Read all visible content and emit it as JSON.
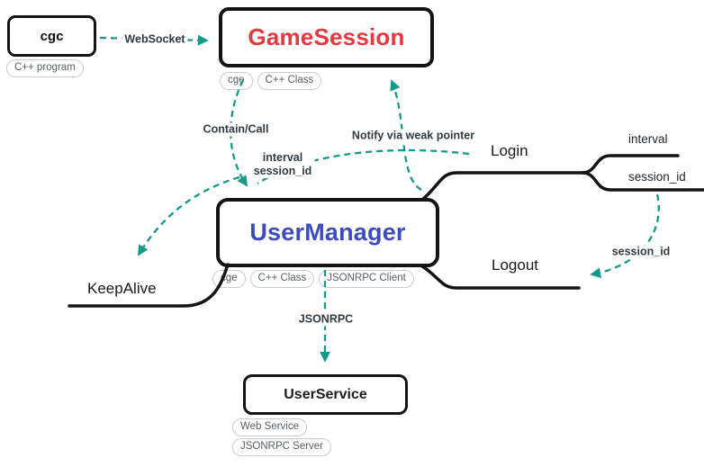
{
  "diagram": {
    "title_hint": "mind-map architecture diagram",
    "colors": {
      "relation_teal": "#139a8a",
      "gamesession_red": "#e8383f",
      "usermanager_indigo": "#3c4bc0",
      "branch_black": "#141414",
      "edge_label_text": "#333b41",
      "tag_text": "#595f63",
      "tag_border": "#cdcdcd"
    },
    "nodes": {
      "cgc": {
        "label": "cgc",
        "tags": [
          "C++ program"
        ]
      },
      "game_session": {
        "label": "GameSession",
        "tags": [
          "cge",
          "C++ Class"
        ]
      },
      "user_manager": {
        "label": "UserManager",
        "tags": [
          "cge",
          "C++ Class",
          "JSONRPC Client"
        ]
      },
      "user_service": {
        "label": "UserService",
        "tags": [
          "Web Service",
          "JSONRPC Server"
        ]
      },
      "keep_alive": {
        "label": "KeepAlive"
      },
      "login": {
        "label": "Login"
      },
      "logout": {
        "label": "Logout"
      },
      "interval": {
        "label": "interval"
      },
      "session_id": {
        "label": "session_id"
      }
    },
    "edge_labels": {
      "websocket": "WebSocket",
      "contain_call": "Contain/Call",
      "notify": "Notify via weak pointer",
      "interval_line1": "interval",
      "interval_line2": "session_id",
      "session_id_to_logout": "session_id",
      "jsonrpc": "JSONRPC"
    },
    "edges": [
      {
        "from": "cgc",
        "to": "GameSession",
        "label": "WebSocket",
        "style": "teal-dashed-arrow"
      },
      {
        "from": "GameSession",
        "to": "UserManager",
        "label": "Contain/Call",
        "style": "teal-dashed-arrow"
      },
      {
        "from": "UserManager",
        "to": "GameSession",
        "label": "Notify via weak pointer",
        "style": "teal-dashed-arrow"
      },
      {
        "from": "Login",
        "to": "UserManager",
        "label": "interval session_id",
        "style": "teal-dashed-arrow"
      },
      {
        "from": "UserManager",
        "to": "KeepAlive",
        "label": "",
        "style": "teal-dashed-arrow"
      },
      {
        "from": "session_id",
        "to": "Logout",
        "label": "session_id",
        "style": "teal-dashed-arrow"
      },
      {
        "from": "UserManager",
        "to": "UserService",
        "label": "JSONRPC",
        "style": "teal-dashed-arrow"
      },
      {
        "from": "UserManager",
        "to": "Login",
        "style": "black-branch"
      },
      {
        "from": "UserManager",
        "to": "Logout",
        "style": "black-branch"
      },
      {
        "from": "UserManager",
        "to": "KeepAlive",
        "style": "black-branch"
      },
      {
        "from": "Login",
        "to": "interval",
        "style": "black-branch"
      },
      {
        "from": "Login",
        "to": "session_id",
        "style": "black-branch"
      }
    ]
  }
}
